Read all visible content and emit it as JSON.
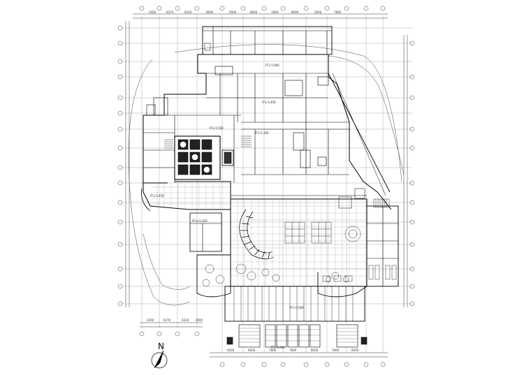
{
  "north_label": "N",
  "dims_top_1": [
    "3450",
    "6270",
    "6330",
    "6000",
    "5600",
    "8000",
    "7800",
    "8000",
    "3000",
    "7800"
  ],
  "dims_top_2": [
    "",
    "",
    "",
    "",
    "",
    "",
    ""
  ],
  "dims_bottom_1": [
    "3450",
    "6270",
    "6330",
    "6000"
  ],
  "dims_bottom_2": [
    "6000",
    "6000",
    "7800",
    "7800",
    "8000",
    "7800",
    "6000"
  ],
  "room_labels": [
    "FFL-5.000",
    "FFL-5.450",
    "FFL-5.500",
    "FFL-5.350",
    "FFL-5.450",
    "FFL+5.450",
    "FFL-5.600",
    "FFL-5.600"
  ]
}
